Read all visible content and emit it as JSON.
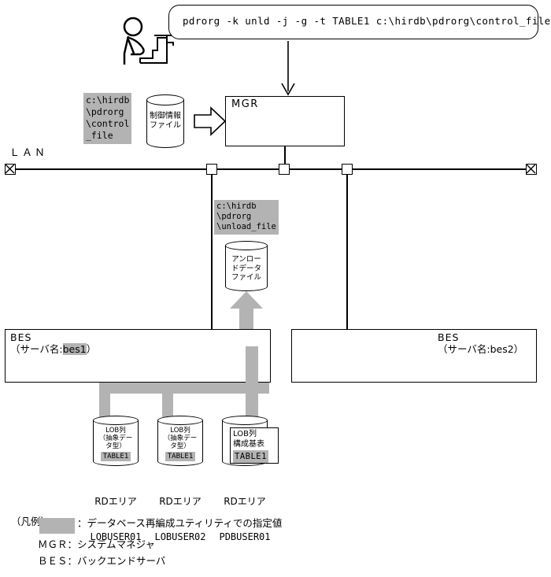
{
  "command": {
    "text": "pdrorg -k unld -j -g -t TABLE1 c:\\hirdb\\pdrorg\\control_file"
  },
  "operator": {
    "icon": "person-at-terminal-icon"
  },
  "mgr": {
    "label": "MGR"
  },
  "control_file": {
    "path": "c:\\hirdb\n\\pdrorg\n\\control\n_file",
    "cylinder_label": "制御情報\nファイル"
  },
  "unload_file": {
    "path": "c:\\hirdb\n\\pdrorg\n\\unload_file",
    "cylinder_label": "アンロー\nドデータ\nファイル"
  },
  "network": {
    "label": "ＬＡＮ"
  },
  "servers": [
    {
      "name": "BES",
      "server_label": "（サーバ名:",
      "server_value": "bes1",
      "server_close": "）"
    },
    {
      "name": "BES",
      "server_label": "（サーバ名:bes2）",
      "server_value": "bes2",
      "server_close": ""
    }
  ],
  "rd_areas": [
    {
      "cyl_line1": "LOB列",
      "cyl_line2": "（抽象デー",
      "cyl_line3": "タ型）",
      "table": "TABLE1",
      "caption_line1": "RDエリア",
      "caption_line2": "LOBUSER01"
    },
    {
      "cyl_line1": "LOB列",
      "cyl_line2": "（抽象デー",
      "cyl_line3": "タ型）",
      "table": "TABLE1",
      "caption_line1": "RDエリア",
      "caption_line2": "LOBUSER02"
    },
    {
      "cyl_line1": "LOB列",
      "cyl_line2": "構成基表",
      "cyl_line3": "",
      "table": "TABLE1",
      "caption_line1": "RDエリア",
      "caption_line2": "PDBUSER01"
    }
  ],
  "legend": {
    "title": "（凡例）",
    "swatch_desc": "：データベース再編成ユティリティでの指定値",
    "mgr": "ＭＧＲ：システムマネジャ",
    "bes": "ＢＥＳ：バックエンドサーバ"
  },
  "colors": {
    "highlight": "#b3b3b3",
    "line": "#000000",
    "background": "#ffffff"
  }
}
